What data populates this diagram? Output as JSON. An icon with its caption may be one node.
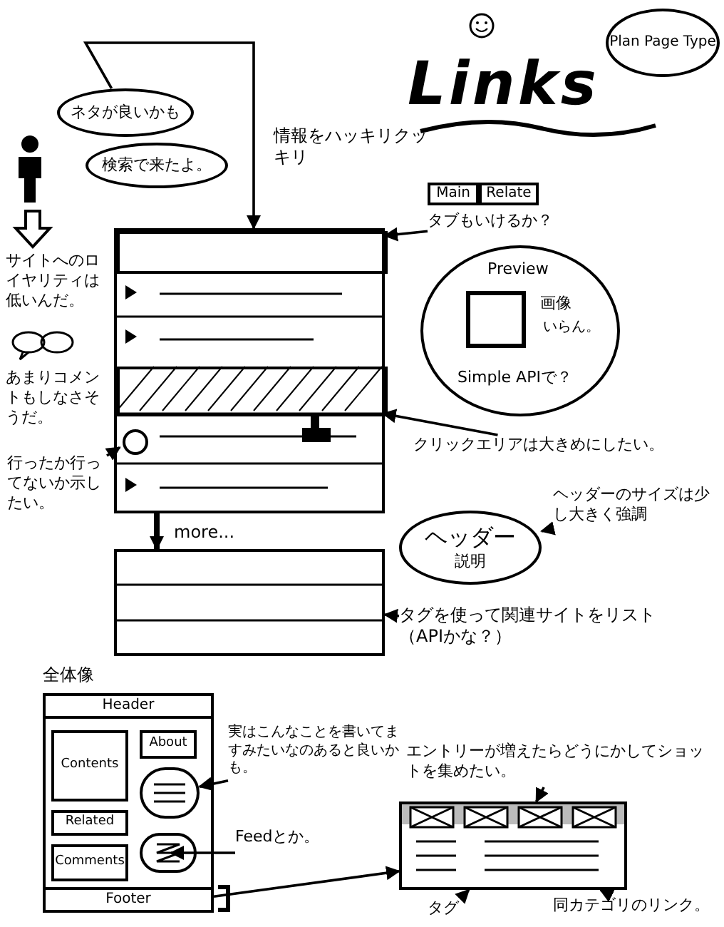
{
  "diagram": {
    "title": "Links",
    "nodes": [
      {
        "text": [
          "Plan Page Type"
        ]
      },
      {
        "text": [
          "ネタが良いかも"
        ]
      },
      {
        "text": [
          "検索で来たよ。"
        ]
      },
      {
        "text": [
          "情報をハッキリクッキリ"
        ]
      },
      {
        "text": [],
        "shape": "box"
      },
      {
        "text": [],
        "shape": "box",
        "in": 4
      },
      {
        "text": [],
        "shape": "box",
        "in": 4
      },
      {
        "text": [],
        "shape": "circle",
        "in": 4
      },
      {
        "text": [
          "Main"
        ]
      },
      {
        "text": [
          "Relate"
        ]
      },
      {
        "text": [
          "タブもいけるか？"
        ]
      },
      {
        "text": [
          "Preview",
          "画像",
          "いらん。",
          "Simple APIで？"
        ]
      },
      {
        "text": [
          "クリックエリアは大きめにしたい。"
        ]
      },
      {
        "text": [
          "ヘッダーのサイズは少し大きく強調"
        ]
      },
      {
        "text": [
          "ヘッダー",
          "説明"
        ]
      },
      {
        "text": [
          "行ったか行ってないか示したい。"
        ]
      },
      {
        "text": [],
        "shape": "box"
      },
      {
        "text": [
          "タグを使って関連サイトをリスト",
          "（APIかな？）"
        ]
      },
      {
        "text": [
          "全体像"
        ]
      },
      {
        "text": [
          "Header"
        ],
        "in": 18
      },
      {
        "text": [
          "Contents"
        ],
        "in": 18
      },
      {
        "text": [
          "About"
        ],
        "in": 18
      },
      {
        "text": [
          "Related"
        ],
        "in": 18
      },
      {
        "text": [],
        "shape": "circle",
        "in": 18
      },
      {
        "text": [
          "Comments"
        ],
        "in": 18
      },
      {
        "text": [],
        "shape": "circle",
        "in": 18
      },
      {
        "text": [
          "Footer"
        ],
        "in": 18
      },
      {
        "text": [
          "実はこんなことを書いてますみたいなのあると良いかも。"
        ]
      },
      {
        "text": [
          "Feedとか。"
        ]
      },
      {
        "text": [],
        "shape": "box"
      },
      {
        "text": [
          "エントリーが増えたらどうにかしてショットを集めたい。"
        ]
      },
      {
        "text": [
          "タグ"
        ]
      },
      {
        "text": [
          "同カテゴリのリンク。"
        ]
      }
    ],
    "edges": [
      {
        "from": 1,
        "to": 5,
        "arrow": "to"
      },
      {
        "from": 10,
        "to": 5,
        "arrow": "to"
      },
      {
        "from": 12,
        "to": 6,
        "arrow": "to"
      },
      {
        "from": 13,
        "to": 14,
        "arrow": "to"
      },
      {
        "from": 15,
        "to": 7,
        "arrow": "to"
      },
      {
        "from": 4,
        "to": 16,
        "arrow": "to",
        "label": "more...",
        "style": "thick"
      },
      {
        "from": 17,
        "to": 16,
        "arrow": "to"
      },
      {
        "from": 27,
        "to": 23,
        "arrow": "to"
      },
      {
        "from": 28,
        "to": 25,
        "arrow": "to"
      },
      {
        "from": 18,
        "to": 29,
        "arrow": "to"
      },
      {
        "from": 30,
        "to": 29,
        "arrow": "to"
      },
      {
        "from": 31,
        "to": 29,
        "arrow": "to"
      },
      {
        "from": 32,
        "to": 29,
        "arrow": "to"
      }
    ],
    "labels": [
      "サイトへのロイヤリティは低いんだ。",
      "あまりコメントもしなさそうだ。"
    ]
  }
}
